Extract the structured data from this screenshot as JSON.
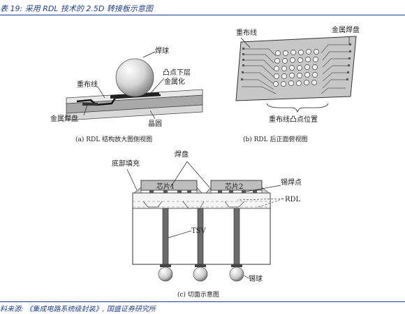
{
  "header": {
    "title": "表 19:  采用 RDL 技术的 2.5D 转接板示意图"
  },
  "footer": {
    "source": "料来源:  《集成电路系统级封装》, 国盛证券研究所"
  },
  "panel_a": {
    "label_solder_ball": "焊球",
    "label_ubm_1": "凸点下层",
    "label_ubm_2": "金属化",
    "label_rdl": "重布线",
    "label_pad": "金属焊盘",
    "label_wafer": "晶圆",
    "caption": "(a)  RDL 结构放大图侧视图"
  },
  "panel_b": {
    "label_rdl": "重布线",
    "label_pad": "金属焊盘",
    "label_bump": "重布线凸点位置",
    "caption": "(b)  RDL 后正面俯视图"
  },
  "panel_c": {
    "label_pad": "焊盘",
    "label_underfill": "底部填充",
    "label_chip1": "芯片1",
    "label_chip2": "芯片2",
    "label_microbump": "锡焊点",
    "label_rdl": "RDL",
    "label_tsv": "TSV",
    "label_ball": "锡球",
    "caption": "(c)  切面示意图"
  }
}
